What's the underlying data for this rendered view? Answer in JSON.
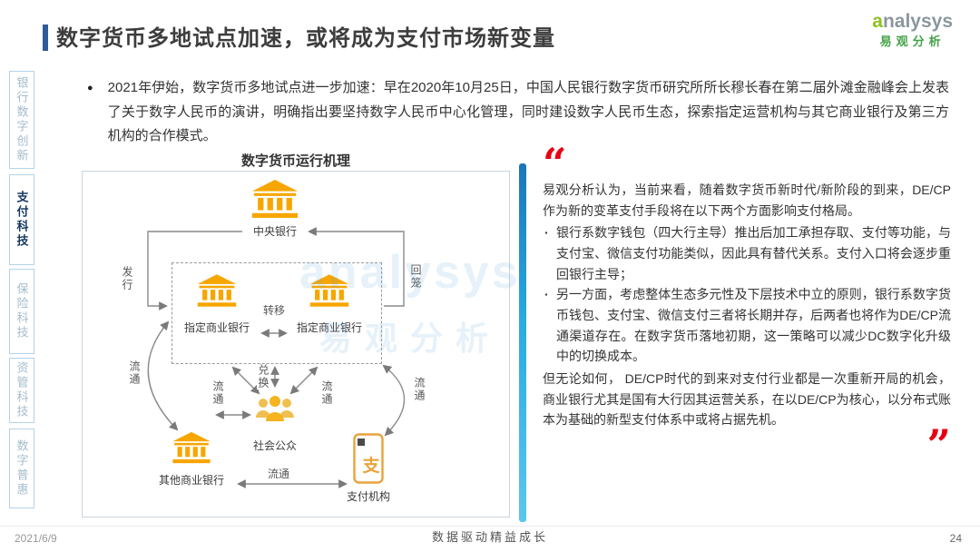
{
  "page": {
    "title": "数字货币多地试点加速，或将成为支付市场新变量",
    "bullet_char": "●",
    "footer": {
      "date": "2021/6/9",
      "slogan": "数据驱动精益成长",
      "page_number": "24"
    }
  },
  "logo": {
    "brand_initial": "a",
    "brand_rest": "nalysys",
    "brand_cn": "易观分析"
  },
  "colors": {
    "accent_blue": "#2F5B96",
    "divider_cyan": "#29ABE2",
    "icon_orange": "#F7A600",
    "icon_gold": "#E8B84B",
    "quote_red": "#E60012",
    "logo_green": "#8DC21F",
    "logo_cn_green": "#44A248"
  },
  "sidebar": {
    "items": [
      {
        "label": "银行数字创新",
        "active": false
      },
      {
        "label": "支付科技",
        "active": true
      },
      {
        "label": "保险科技",
        "active": false
      },
      {
        "label": "资管科技",
        "active": false
      },
      {
        "label": "数字普惠",
        "active": false
      }
    ]
  },
  "intro_bullet": "2021年伊始，数字货币多地试点进一步加速：早在2020年10月25日，中国人民银行数字货币研究所所长穆长春在第二届外滩金融峰会上发表了关于数字人民币的演讲，明确指出要坚持数字人民币中心化管理，同时建设数字人民币生态，探索指定运营机构与其它商业银行及第三方机构的合作模式。",
  "diagram": {
    "title": "数字货币运行机理",
    "nodes": {
      "central_bank": "中央银行",
      "designated_bank_left": "指定商业银行",
      "designated_bank_right": "指定商业银行",
      "public": "社会公众",
      "other_bank": "其他商业银行",
      "payment_org": "支付机构"
    },
    "labels": {
      "issue": "发行",
      "withdraw": "回笼",
      "transfer": "转移",
      "exchange": "兑换",
      "circulate": "流通"
    },
    "payment_icon_char": "支"
  },
  "analysis": {
    "quote_open": "“",
    "quote_close": "”",
    "bullet_char": "·",
    "lead": "易观分析认为，当前来看，随着数字货币新时代/新阶段的到来，DE/CP作为新的变革支付手段将在以下两个方面影响支付格局。",
    "bullets": [
      "银行系数字钱包（四大行主导）推出后加工承担存取、支付等功能，与支付宝、微信支付功能类似，因此具有替代关系。支付入口将会逐步重回银行主导；",
      "另一方面，考虑整体生态多元性及下层技术中立的原则，银行系数字货币钱包、支付宝、微信支付三者将长期并存，后两者也将作为DE/CP流通渠道存在。在数字货币落地初期，这一策略可以减少DC数字化升级中的切换成本。"
    ],
    "conclusion": "但无论如何， DE/CP时代的到来对支付行业都是一次重新开局的机会，商业银行尤其是国有大行因其运营关系，在以DE/CP为核心，以分布式账本为基础的新型支付体系中或将占据先机。"
  },
  "watermark": {
    "line1": "analysys",
    "line2": "易观分析"
  }
}
